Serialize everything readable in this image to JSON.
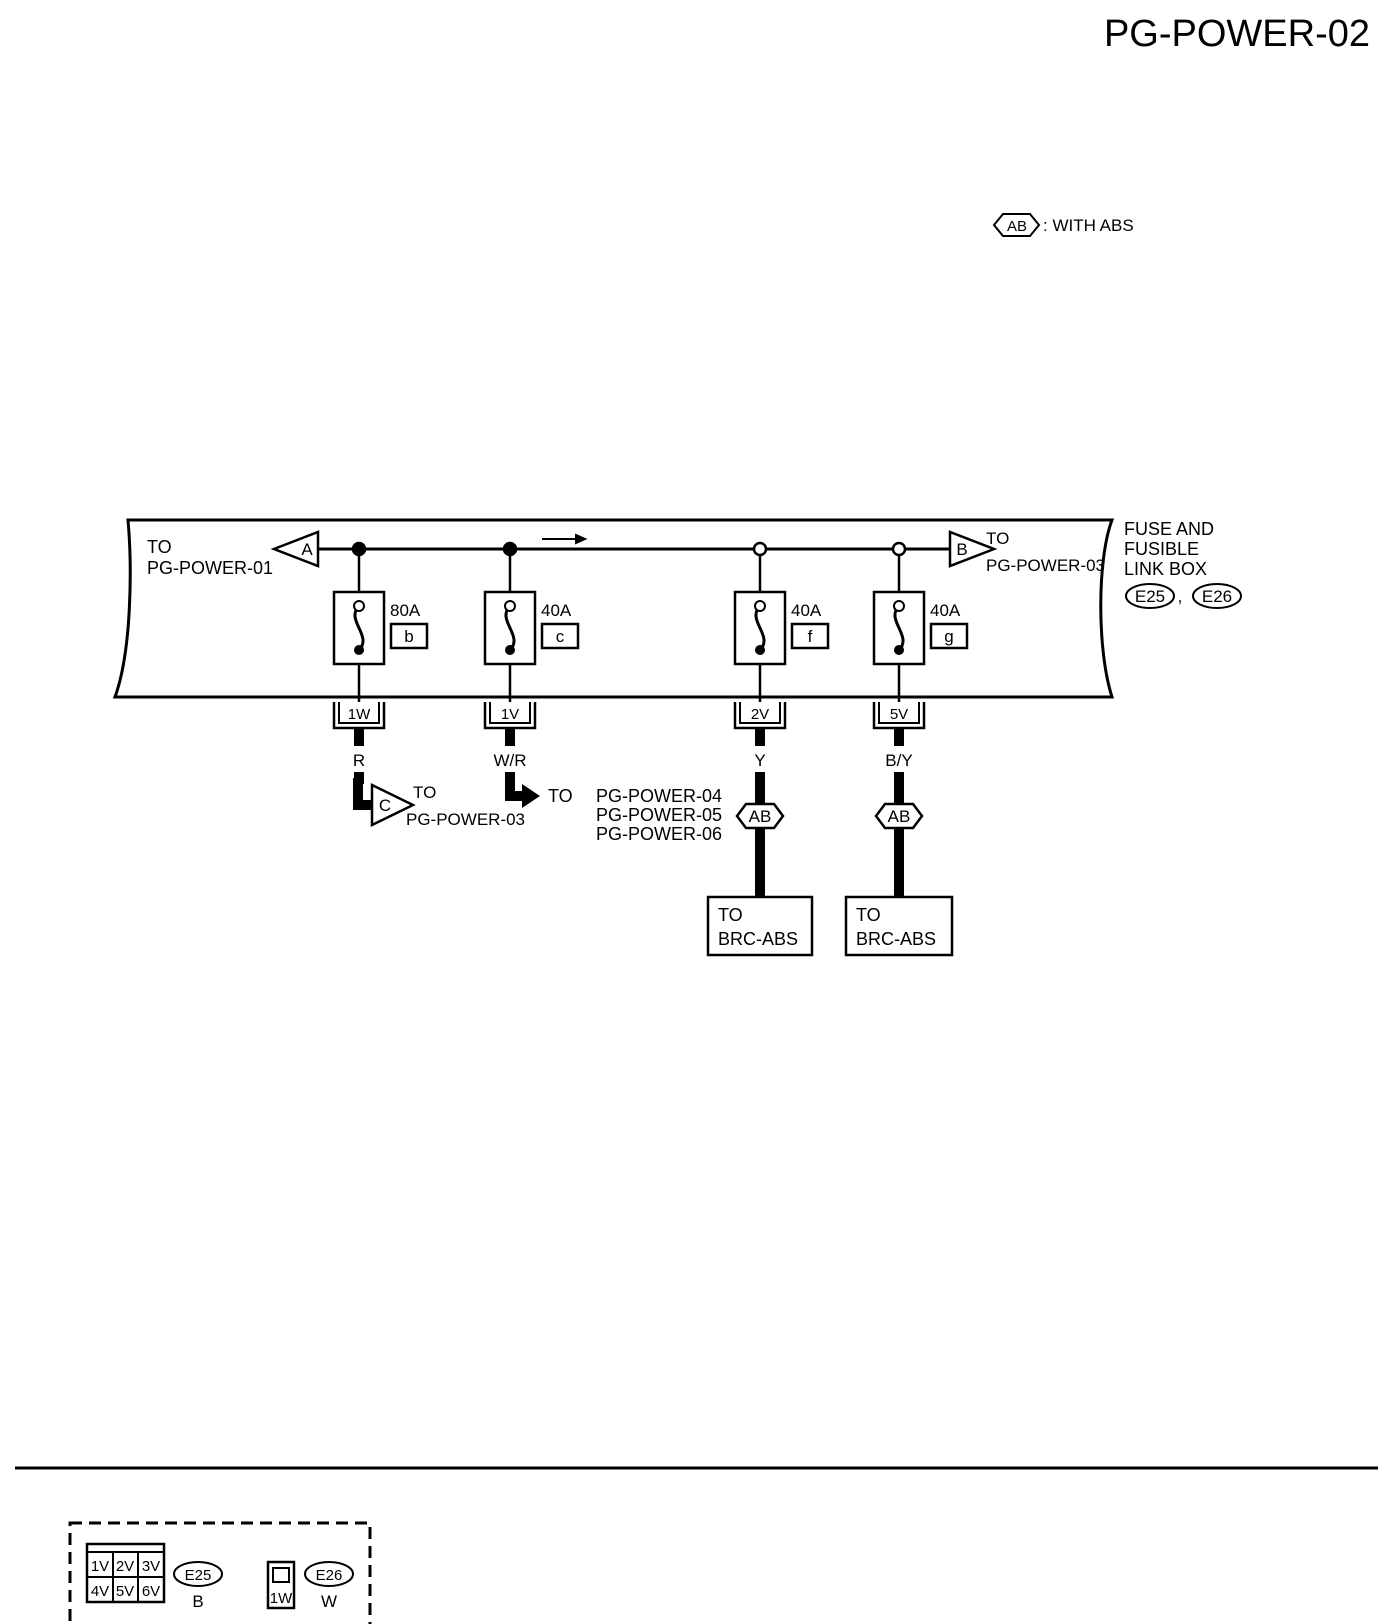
{
  "page_id": "PG-POWER-02",
  "legend": {
    "code": "AB",
    "text": ": WITH ABS"
  },
  "box": {
    "label_lines": [
      "FUSE AND",
      "FUSIBLE",
      "LINK BOX"
    ],
    "connectors": [
      "E25",
      "E26"
    ],
    "separator": ","
  },
  "left_link": {
    "letter": "A",
    "to": "TO",
    "dest": "PG-POWER-01"
  },
  "right_link": {
    "letter": "B",
    "to": "TO",
    "dest": "PG-POWER-03"
  },
  "fuses": [
    {
      "rating": "80A",
      "code": "b",
      "terminal": "1W",
      "wire": "R"
    },
    {
      "rating": "40A",
      "code": "c",
      "terminal": "1V",
      "wire": "W/R"
    },
    {
      "rating": "40A",
      "code": "f",
      "terminal": "2V",
      "wire": "Y"
    },
    {
      "rating": "40A",
      "code": "g",
      "terminal": "5V",
      "wire": "B/Y"
    }
  ],
  "branch_c": {
    "letter": "C",
    "to": "TO",
    "dest": "PG-POWER-03"
  },
  "branch_arrow": {
    "to": "TO",
    "dests": [
      "PG-POWER-04",
      "PG-POWER-05",
      "PG-POWER-06"
    ]
  },
  "abs_branches": [
    {
      "tag": "AB",
      "to": "TO",
      "dest": "BRC-ABS"
    },
    {
      "tag": "AB",
      "to": "TO",
      "dest": "BRC-ABS"
    }
  ],
  "connector_views": [
    {
      "id": "E25",
      "color": "B",
      "cells": [
        "1V",
        "2V",
        "3V",
        "4V",
        "5V",
        "6V"
      ]
    },
    {
      "id": "E26",
      "color": "W",
      "cells": [
        "1W"
      ]
    }
  ]
}
